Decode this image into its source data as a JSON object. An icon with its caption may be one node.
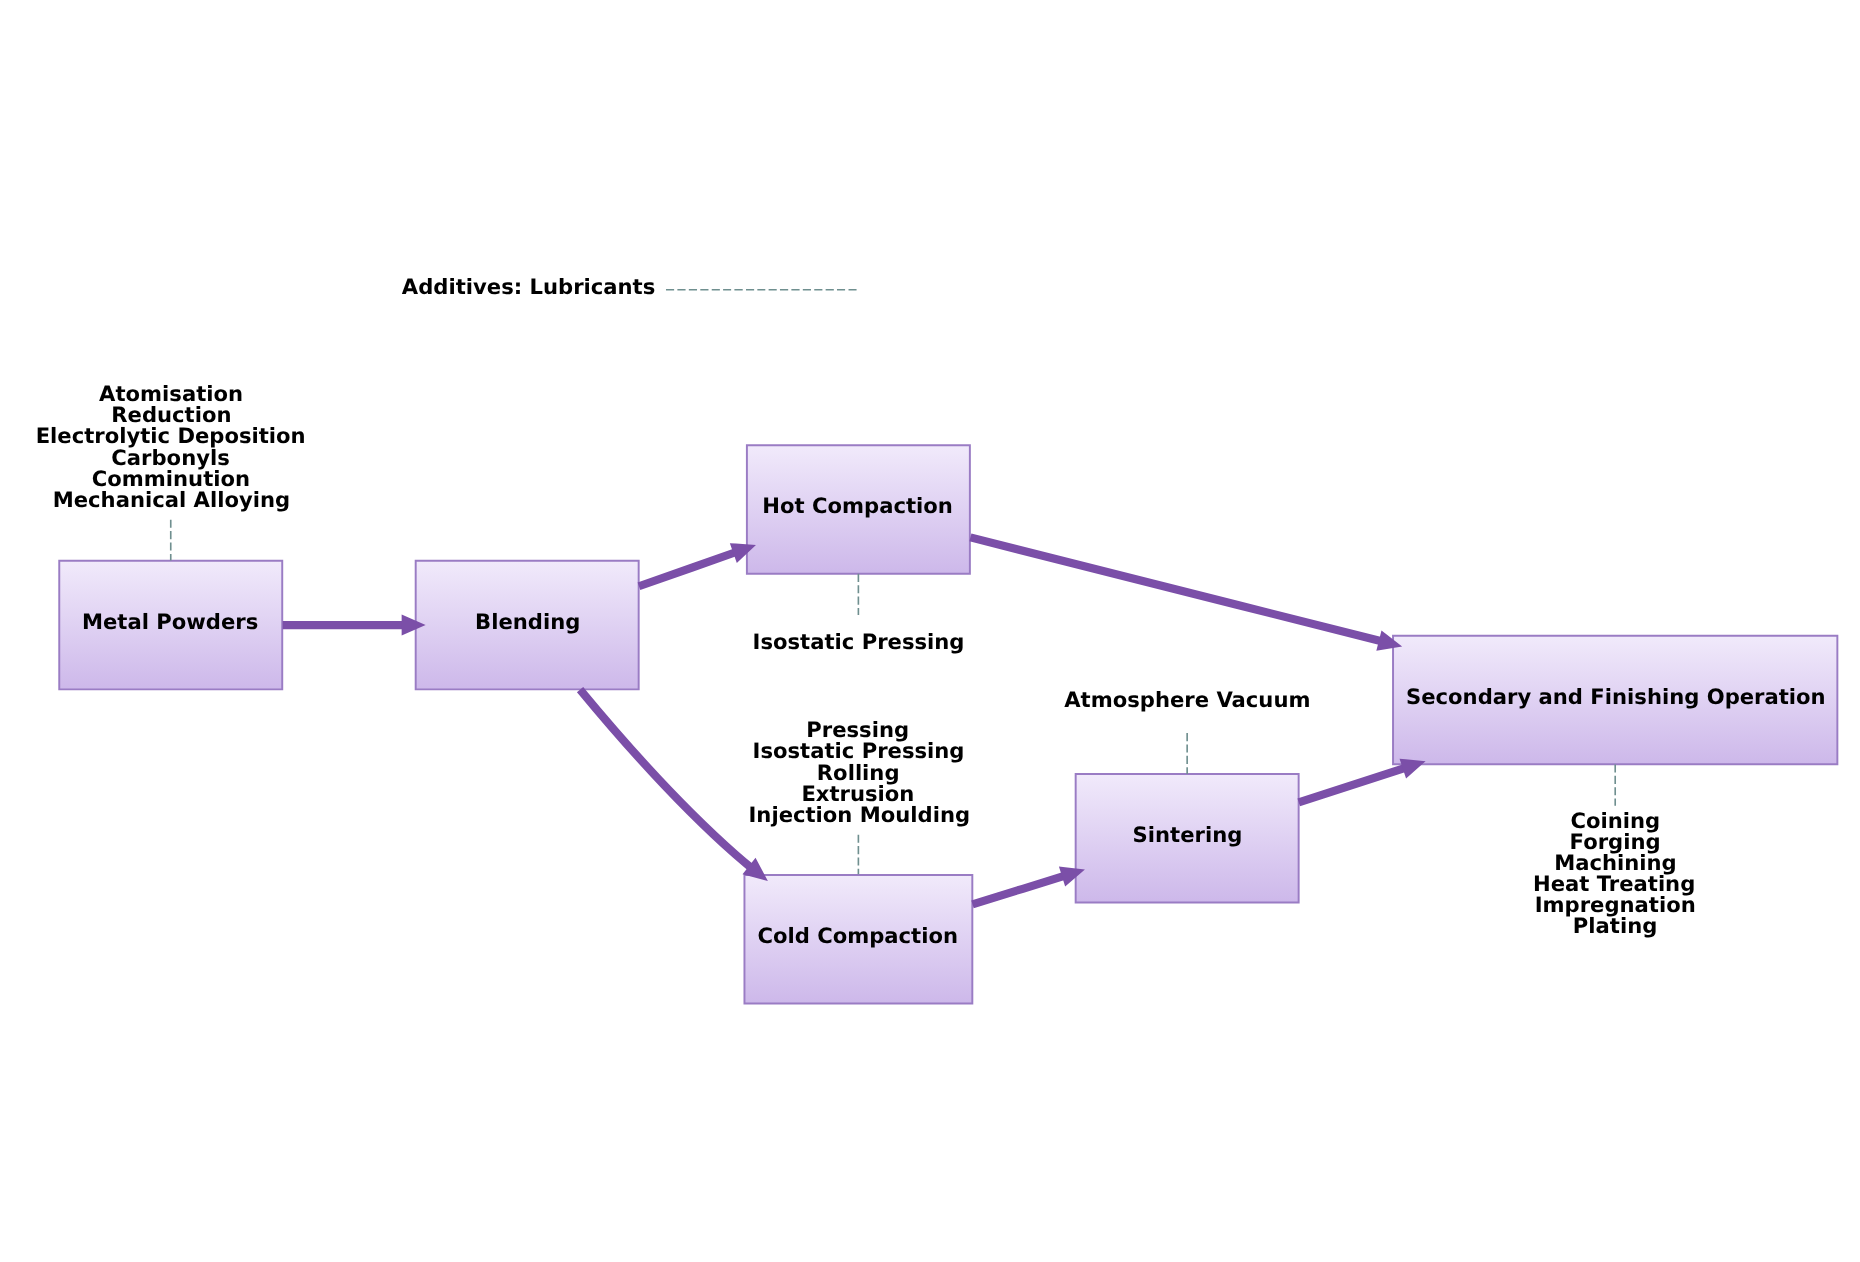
{
  "diagram": {
    "nodes": [
      {
        "text": [
          "Atomisation",
          "Reduction",
          "Electrolytic Deposition",
          "Carbonyls",
          "Comminution",
          "Mechanical Alloying"
        ]
      },
      {
        "text": [
          "Pressing",
          "Isostatic Pressing",
          "Rolling",
          "Extrusion",
          "Injection Moulding"
        ]
      },
      {
        "text": [
          "Atmosphere Vacuum"
        ]
      },
      {
        "text": [
          "Metal Powders"
        ]
      },
      {
        "text": [
          "Blending"
        ]
      },
      {
        "text": [
          "Cold Compaction"
        ]
      },
      {
        "text": [
          "Sintering"
        ]
      },
      {
        "text": [
          "Hot Compaction"
        ]
      },
      {
        "text": [
          "Secondary and Finishing Operation"
        ]
      },
      {
        "text": [
          "Additives: Lubricants"
        ]
      },
      {
        "text": [
          "Isostatic Pressing"
        ]
      },
      {
        "text": [
          "Coining",
          "Forging",
          "Machining",
          "Heat Treating",
          "Impregnation",
          "Plating"
        ]
      }
    ],
    "edges": [
      {
        "from": 3,
        "to": 4,
        "arrow": "to",
        "style": "thick"
      },
      {
        "from": 4,
        "to": 5,
        "arrow": "to",
        "style": "thick"
      },
      {
        "from": 4,
        "to": 7,
        "arrow": "to",
        "style": "thick"
      },
      {
        "from": 5,
        "to": 6,
        "arrow": "to",
        "style": "thick"
      },
      {
        "from": 6,
        "to": 8,
        "arrow": "to",
        "style": "thick"
      },
      {
        "from": 7,
        "to": 8,
        "arrow": "to",
        "style": "thick"
      },
      {
        "from": 0,
        "to": 3,
        "arrow": "none",
        "style": "dashed",
        "color": "#6f8f8f"
      },
      {
        "from": 1,
        "to": 5,
        "arrow": "none",
        "style": "dashed",
        "color": "#6f8f8f"
      },
      {
        "from": 2,
        "to": 6,
        "arrow": "none",
        "style": "dashed",
        "color": "#6f8f8f"
      },
      {
        "from": 9,
        "to": null,
        "arrow": "none",
        "style": "dashed",
        "color": "#6f8f8f"
      },
      {
        "from": 7,
        "to": 10,
        "arrow": "none",
        "style": "dashed",
        "color": "#6f8f8f"
      },
      {
        "from": 8,
        "to": 11,
        "arrow": "none",
        "style": "dashed",
        "color": "#6f8f8f"
      }
    ]
  }
}
